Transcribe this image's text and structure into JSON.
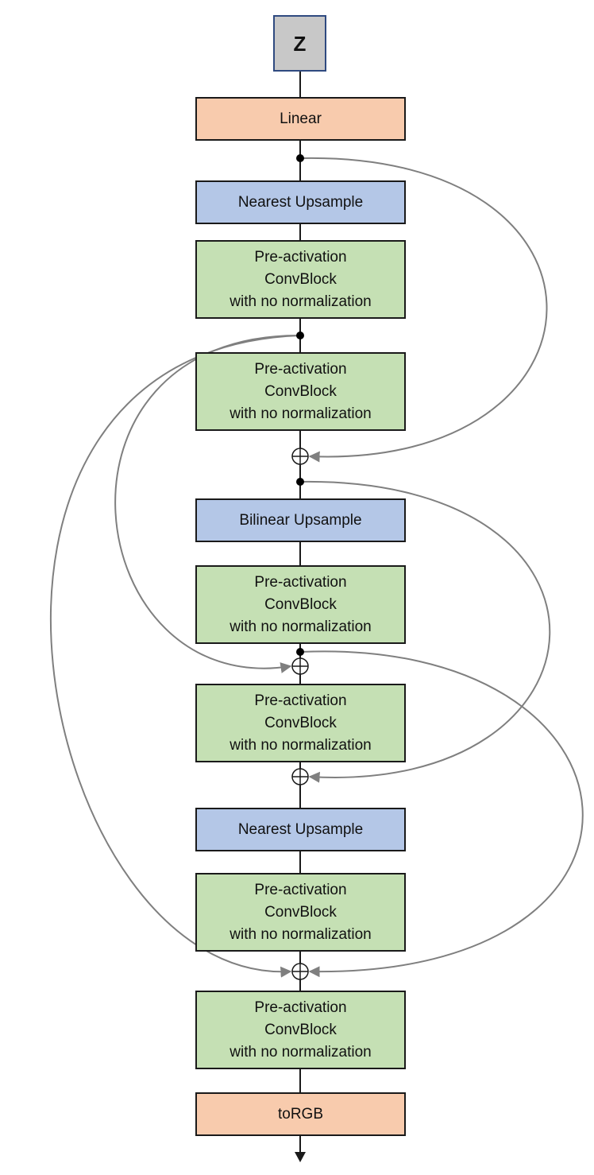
{
  "diagram": {
    "input": {
      "label": "Z",
      "color": "#c8c8c8"
    },
    "linear": {
      "label": "Linear",
      "color": "#f8cbad"
    },
    "upsample_1": {
      "label": "Nearest Upsample",
      "color": "#b4c7e7"
    },
    "conv_1": {
      "label": "Pre-activation\nConvBlock\nwith no normalization",
      "color": "#c5e0b4"
    },
    "conv_2": {
      "label": "Pre-activation\nConvBlock\nwith no normalization",
      "color": "#c5e0b4"
    },
    "upsample_2": {
      "label": "Bilinear Upsample",
      "color": "#b4c7e7"
    },
    "conv_3": {
      "label": "Pre-activation\nConvBlock\nwith no normalization",
      "color": "#c5e0b4"
    },
    "conv_4": {
      "label": "Pre-activation\nConvBlock\nwith no normalization",
      "color": "#c5e0b4"
    },
    "upsample_3": {
      "label": "Nearest Upsample",
      "color": "#b4c7e7"
    },
    "conv_5": {
      "label": "Pre-activation\nConvBlock\nwith no normalization",
      "color": "#c5e0b4"
    },
    "conv_6": {
      "label": "Pre-activation\nConvBlock\nwith no normalization",
      "color": "#c5e0b4"
    },
    "output": {
      "label": "toRGB",
      "color": "#f8cbad"
    },
    "skip_color": "#7f7f7f",
    "main_line_color": "#1a1a1a",
    "skip_connections": [
      {
        "from": "after-linear",
        "to": "add-1"
      },
      {
        "from": "after-conv-1",
        "to": "add-2"
      },
      {
        "from": "after-conv-1",
        "to": "add-4"
      },
      {
        "from": "after-add-1",
        "to": "add-3"
      },
      {
        "from": "after-conv-3",
        "to": "add-4"
      }
    ]
  }
}
